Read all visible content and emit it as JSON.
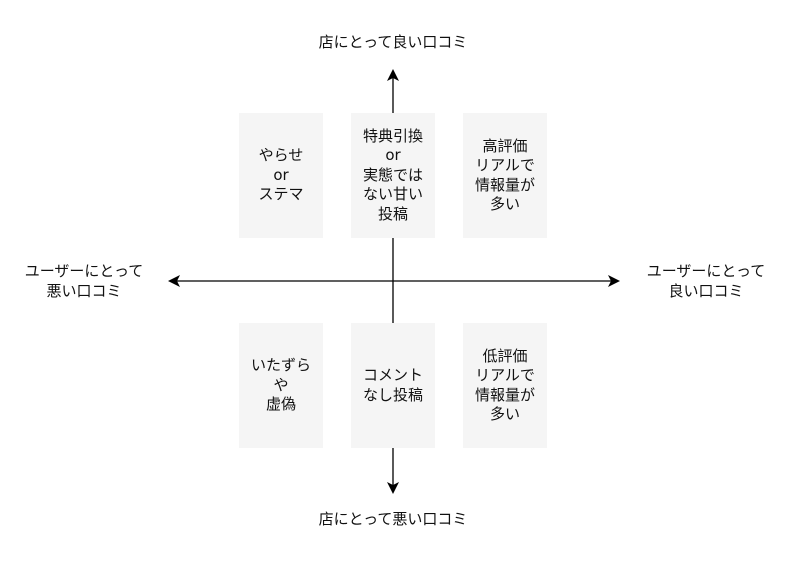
{
  "axes": {
    "top": "店にとって良い口コミ",
    "bottom": "店にとって悪い口コミ",
    "left": "ユーザーにとって\n悪い口コミ",
    "right": "ユーザーにとって\n良い口コミ"
  },
  "quadrant_items": {
    "top_left": "やらせ\nor\nステマ",
    "top_center": "特典引換\nor\n実態では\nない甘い\n投稿",
    "top_right": "高評価\nリアルで\n情報量が\n多い",
    "bottom_left": "いたずら\nや\n虚偽",
    "bottom_center": "コメント\nなし投稿",
    "bottom_right": "低評価\nリアルで\n情報量が\n多い"
  },
  "colors": {
    "box_fill": "#f5f5f5",
    "axis_line": "#000000",
    "text": "#111111"
  }
}
